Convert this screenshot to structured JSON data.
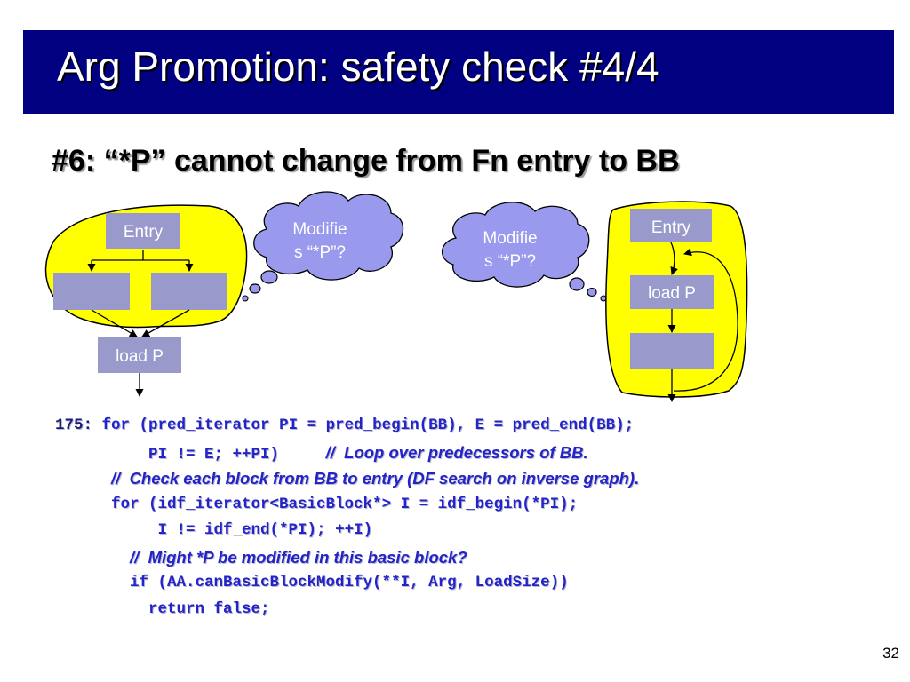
{
  "slide": {
    "title": "Arg Promotion: safety check #4/4",
    "subtitle": "#6: “*P” cannot change from Fn entry to BB",
    "page_number": "32"
  },
  "diagram": {
    "left": {
      "entry": "Entry",
      "load": "load P"
    },
    "left_cloud": {
      "line1": "Modifie",
      "line2": "s “*P”?"
    },
    "right_cloud": {
      "line1": "Modifie",
      "line2": "s “*P”?"
    },
    "right": {
      "entry": "Entry",
      "load": "load P"
    }
  },
  "code": {
    "line_no": "175:",
    "l1": "for (pred_iterator PI = pred_begin(BB), E = pred_end(BB);",
    "l2a": "PI != E; ++PI)",
    "l2b": "//  Loop over predecessors of BB.",
    "l3": "//  Check each block from BB to entry (DF search on inverse graph).",
    "l4": "for (idf_iterator<BasicBlock*> I = idf_begin(*PI);",
    "l5": "I != idf_end(*PI); ++I)",
    "l6": "//  Might *P be modified in this basic block?",
    "l7": "if (AA.canBasicBlockModify(**I, Arg, LoadSize))",
    "l8": "return false;"
  },
  "colors": {
    "title_bar": "#000080",
    "highlight_region": "#ffff00",
    "node_fill": "#9999cc",
    "code_text": "#2323c8"
  }
}
